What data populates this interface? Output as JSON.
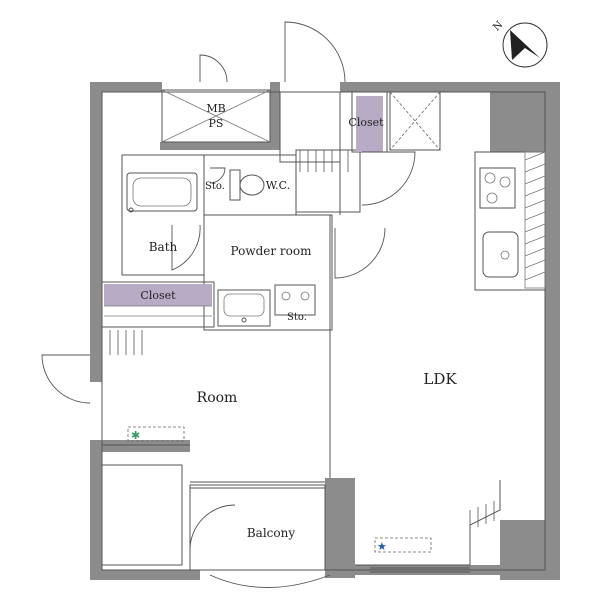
{
  "rooms": {
    "mbps_line1": "MB",
    "mbps_line2": "PS",
    "closet_top": "Closet",
    "sto_wc": "Sto.",
    "wc": "W.C.",
    "bath": "Bath",
    "powder_room": "Powder room",
    "closet_left": "Closet",
    "sto_powder": "Sto.",
    "ldk": "LDK",
    "room": "Room",
    "balcony": "Balcony"
  },
  "compass": {
    "label": "N",
    "icon": "north-arrow-icon"
  },
  "colors": {
    "wall": "#8c8c8c",
    "closet": "#b8abc5",
    "star_marker": "#1f5fa8",
    "snow_marker": "#3a9a6a"
  },
  "markers": {
    "ldk_marker_icon": "star-icon",
    "room_marker_icon": "snowflake-icon"
  }
}
